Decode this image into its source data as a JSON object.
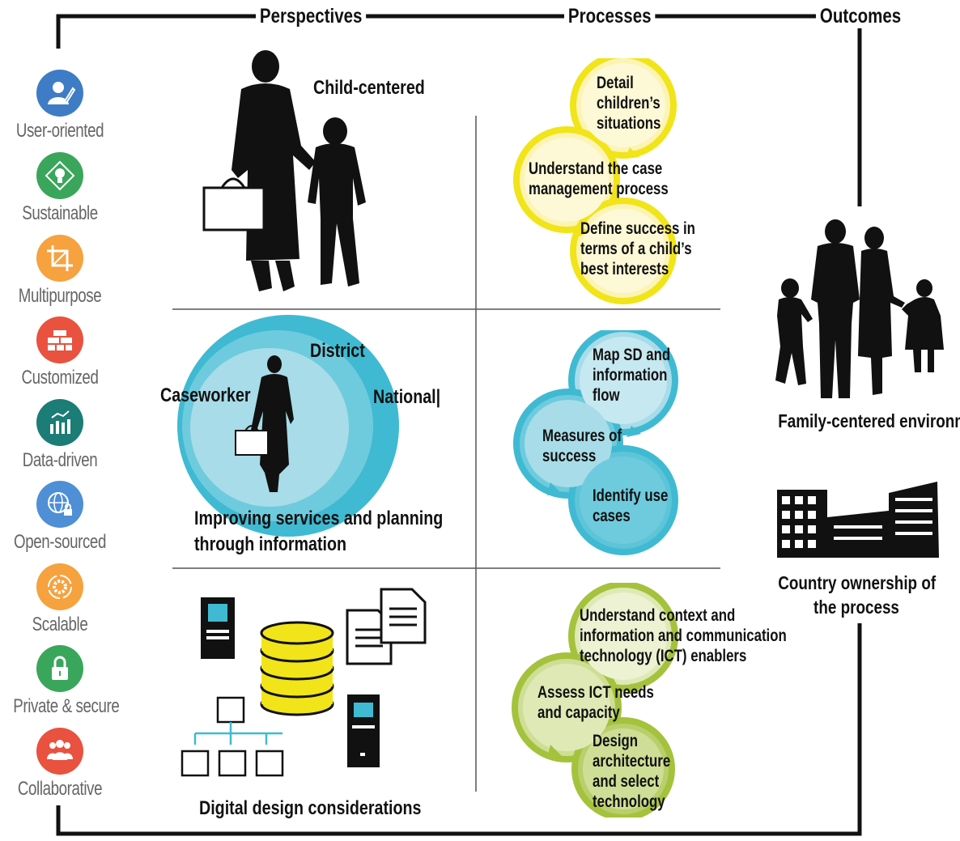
{
  "headers": {
    "perspectives": "Perspectives",
    "processes": "Processes",
    "outcomes": "Outcomes"
  },
  "principles": [
    {
      "label": "User-oriented",
      "color": "#3f7cc6",
      "icon": "user-pen-icon"
    },
    {
      "label": "Sustainable",
      "color": "#3aa65b",
      "icon": "lightbulb-icon"
    },
    {
      "label": "Multipurpose",
      "color": "#f5a23f",
      "icon": "crop-icon"
    },
    {
      "label": "Customized",
      "color": "#e8523f",
      "icon": "bricks-icon"
    },
    {
      "label": "Data-driven",
      "color": "#1c7c76",
      "icon": "chart-icon"
    },
    {
      "label": "Open-sourced",
      "color": "#4e8fd6",
      "icon": "globe-lock-icon"
    },
    {
      "label": "Scalable",
      "color": "#f5a23f",
      "icon": "gear-cycle-icon"
    },
    {
      "label": "Private & secure",
      "color": "#3aa65b",
      "icon": "padlock-icon"
    },
    {
      "label": "Collaborative",
      "color": "#e8523f",
      "icon": "people-group-icon"
    }
  ],
  "perspectives": {
    "child_centered": "Child-centered",
    "levels": {
      "district": "District",
      "caseworker": "Caseworker",
      "national": "National|"
    },
    "improving_line1": "Improving services and planning",
    "improving_line2": "through information",
    "digital": "Digital design considerations"
  },
  "processes": {
    "yellow": {
      "color": "#f1e419",
      "a": [
        "Detail",
        "children’s",
        "situations"
      ],
      "b": [
        "Understand the case",
        "management process"
      ],
      "c": [
        "Define success in",
        "terms of a child’s",
        "best interests"
      ]
    },
    "blue": {
      "color": "#3fbad2",
      "a": [
        "Map SD and",
        "information",
        "flow"
      ],
      "b": [
        "Measures of",
        "success"
      ],
      "c": [
        "Identify use",
        "cases"
      ]
    },
    "green": {
      "color": "#a5c23d",
      "a": [
        "Understand context and",
        "information and communication",
        "technology (ICT) enablers"
      ],
      "b": [
        "Assess ICT needs",
        "and capacity"
      ],
      "c": [
        "Design",
        "architecture",
        "and select",
        "technology"
      ]
    }
  },
  "outcomes": {
    "family": "Family-centered environment",
    "country_line1": "Country ownership of",
    "country_line2": "the process"
  }
}
